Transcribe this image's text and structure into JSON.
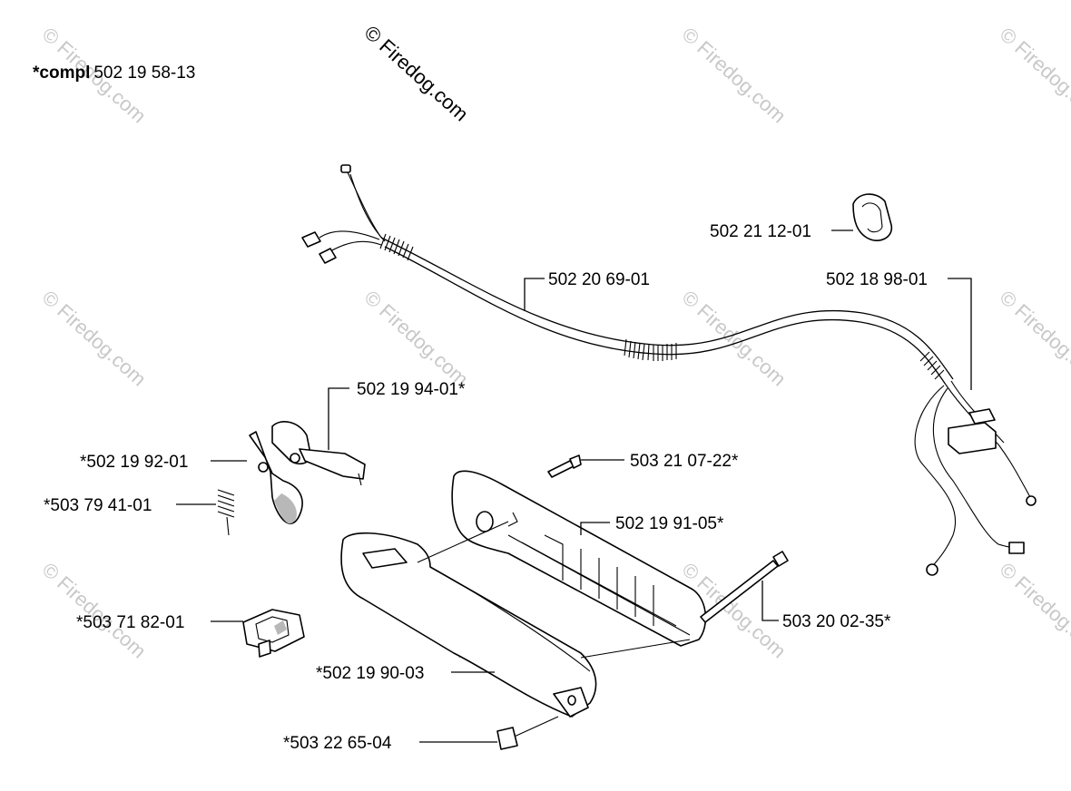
{
  "assembly": {
    "prefix": "*compl",
    "number": "502 19 58-13"
  },
  "copyright": "© Firedog.com",
  "watermark": "© Firedog.com",
  "labels": {
    "p502211201": "502 21 12-01",
    "p502206901": "502 20 69-01",
    "p502189801": "502 18 98-01",
    "p502199401": "502 19 94-01*",
    "p502199201": "*502 19 92-01",
    "p503794101": "*503 79 41-01",
    "p503210722": "503 21 07-22*",
    "p502199105": "502 19 91-05*",
    "p503200235": "503 20 02-35*",
    "p503718201": "*503 71 82-01",
    "p502199003": "*502 19 90-03",
    "p503226504": "*503 22 65-04"
  }
}
